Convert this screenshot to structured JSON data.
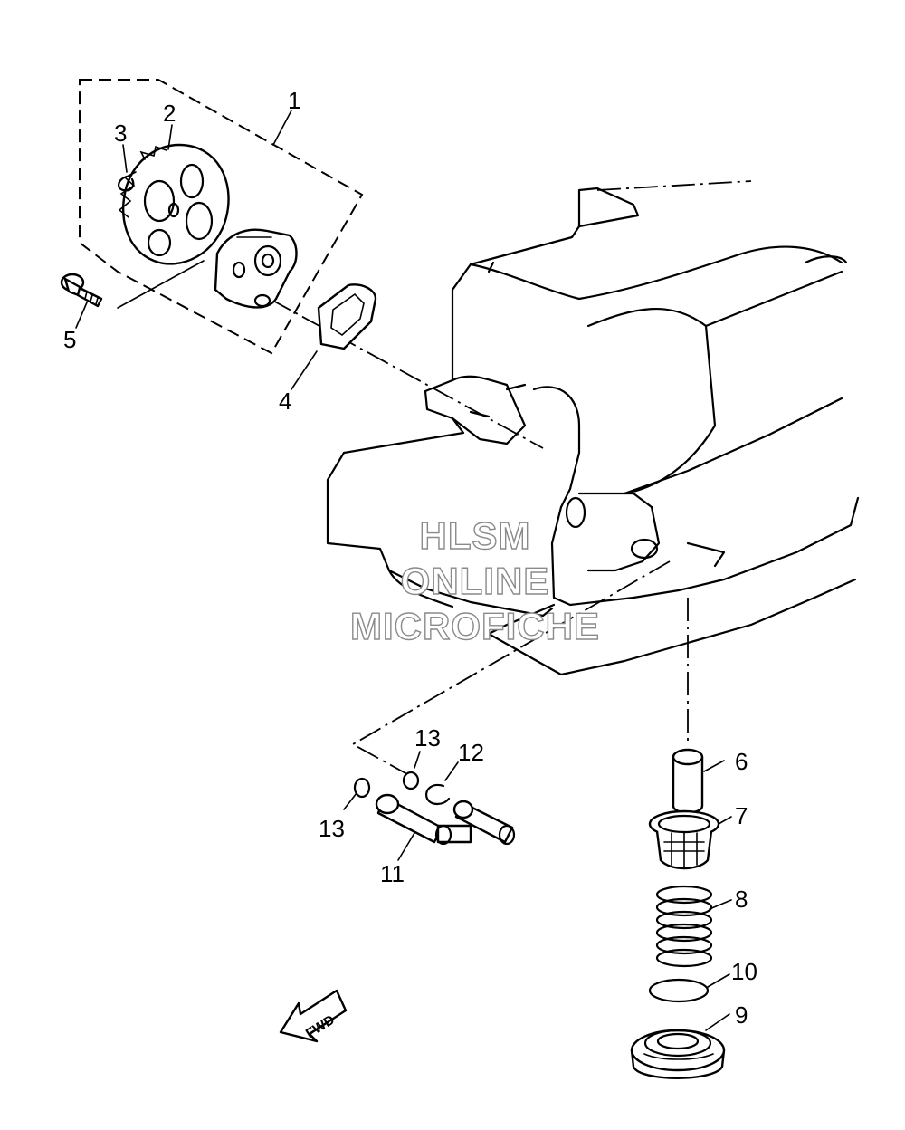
{
  "callouts": [
    {
      "id": "1",
      "label": "1"
    },
    {
      "id": "2",
      "label": "2"
    },
    {
      "id": "3",
      "label": "3"
    },
    {
      "id": "4",
      "label": "4"
    },
    {
      "id": "5",
      "label": "5"
    },
    {
      "id": "6",
      "label": "6"
    },
    {
      "id": "7",
      "label": "7"
    },
    {
      "id": "8",
      "label": "8"
    },
    {
      "id": "9",
      "label": "9"
    },
    {
      "id": "10",
      "label": "10"
    },
    {
      "id": "11",
      "label": "11"
    },
    {
      "id": "12",
      "label": "12"
    },
    {
      "id": "13a",
      "label": "13"
    },
    {
      "id": "13b",
      "label": "13"
    }
  ],
  "watermark": {
    "line1": "HLSM",
    "line2": "ONLINE",
    "line3": "MICROFICHE"
  },
  "fwd_label": "FWD"
}
